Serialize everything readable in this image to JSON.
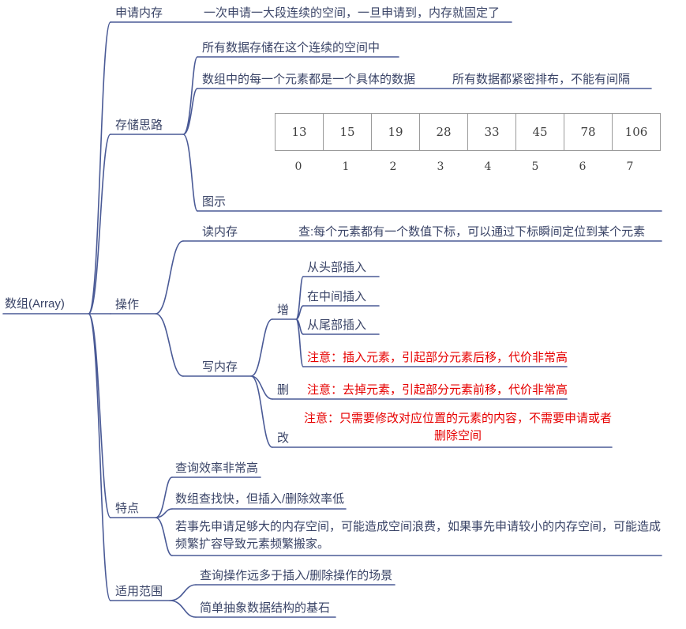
{
  "root": {
    "label": "数组(Array)"
  },
  "apply_memory": {
    "label": "申请内存",
    "detail": "一次申请一大段连续的空间，一旦申请到，内存就固定了"
  },
  "storage": {
    "label": "存储思路",
    "notes": {
      "continuous": "所有数据存储在这个连续的空间中",
      "element": "数组中的每一个元素都是一个具体的数据",
      "tight": "所有数据都紧密排布，不能有间隔"
    },
    "diagram_label": "图示",
    "array_diagram": {
      "values": [
        "13",
        "15",
        "19",
        "28",
        "33",
        "45",
        "78",
        "106"
      ],
      "indices": [
        "0",
        "1",
        "2",
        "3",
        "4",
        "5",
        "6",
        "7"
      ]
    }
  },
  "operations": {
    "label": "操作",
    "read": {
      "label": "读内存",
      "note": "查:每个元素都有一个数值下标，可以通过下标瞬间定位到某个元素"
    },
    "write": {
      "label": "写内存",
      "add": {
        "label": "增",
        "items": [
          "从头部插入",
          "在中间插入",
          "从尾部插入"
        ],
        "warning": "注意：插入元素，引起部分元素后移，代价非常高"
      },
      "remove": {
        "label": "删",
        "warning": "注意：去掉元素，引起部分元素前移，代价非常高"
      },
      "modify": {
        "label": "改",
        "warning": "注意：只需要修改对应位置的元素的内容，不需要申请或者删除空间"
      }
    }
  },
  "features": {
    "label": "特点",
    "items": [
      "查询效率非常高",
      "数组查找快，但插入/删除效率低",
      "若事先申请足够大的内存空间，可能造成空间浪费，如果事先申请较小的内存空间，可能造成频繁扩容导致元素频繁搬家。"
    ]
  },
  "scope": {
    "label": "适用范围",
    "items": [
      "查询操作远多于插入/删除操作的场景",
      "简单抽象数据结构的基石"
    ]
  },
  "colors": {
    "line": "#4a5a96",
    "text": "#3a4467",
    "warning": "#e60000"
  }
}
